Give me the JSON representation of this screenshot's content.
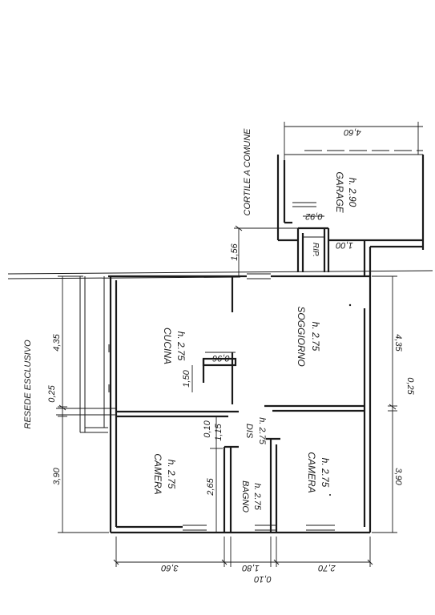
{
  "rooms": {
    "cucina": {
      "name": "CUCINA",
      "height": "h. 2.75"
    },
    "soggiorno": {
      "name": "SOGGIORNO",
      "height": "h. 2.75"
    },
    "camera_left": {
      "name": "CAMERA",
      "height": "h. 2.75"
    },
    "camera_right": {
      "name": "CAMERA",
      "height": "h. 2.75"
    },
    "bagno": {
      "name": "BAGNO",
      "height": "h. 2.75"
    },
    "dis": {
      "name": "DIS",
      "height": "h. 2.75"
    },
    "garage": {
      "name": "GARAGE",
      "height": "h. 2.90"
    },
    "rip": {
      "name": "RIP."
    }
  },
  "areas": {
    "cortile": "CORTILE A COMUNE",
    "resede": "RESEDE ESCLUSIVO"
  },
  "dimensions": {
    "left_top": "4,35",
    "left_mid": "0,25",
    "left_bottom": "3,90",
    "right_top": "4,35",
    "right_mid": "0,25",
    "right_bottom": "3,90",
    "bottom_a": "3,60",
    "bottom_b": "1,80",
    "bottom_c": "2,70",
    "bottom_small": "0,10",
    "garage_width": "4,60",
    "gap_156": "1,56",
    "ripost_092": "0,92",
    "ripost_100": "1,00",
    "kitchen_096": "0,96",
    "kitchen_150": "1,50",
    "dis_010": "0,10",
    "dis_115": "1,15",
    "bagno_265": "2,65"
  }
}
